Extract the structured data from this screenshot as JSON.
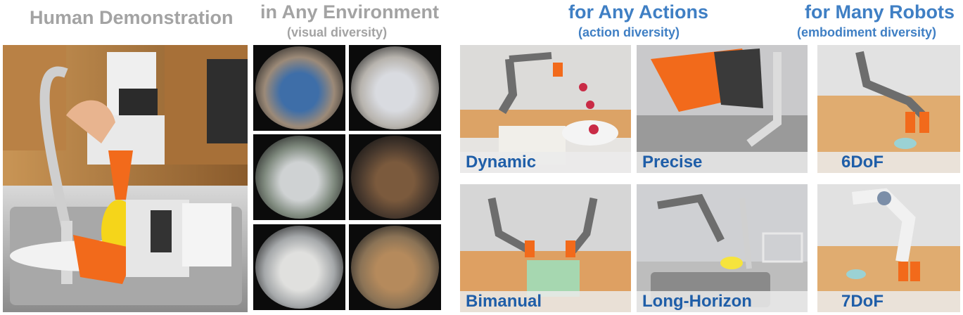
{
  "headings": {
    "human": "Human Demonstration",
    "environment": {
      "title": "in Any Environment",
      "subtitle": "(visual diversity)"
    },
    "actions": {
      "title": "for Any Actions",
      "subtitle": "(action diversity)"
    },
    "robots": {
      "title": "for Many Robots",
      "subtitle": "(embodiment diversity)"
    }
  },
  "action_panels": [
    "Dynamic",
    "Precise",
    "Bimanual",
    "Long-Horizon"
  ],
  "robot_panels": [
    "6DoF",
    "7DoF"
  ],
  "colors": {
    "heading_grey": "#a3a3a3",
    "heading_blue": "#3f7fc4",
    "label_blue": "#1f5ea8",
    "gripper_orange": "#f26a1b"
  }
}
